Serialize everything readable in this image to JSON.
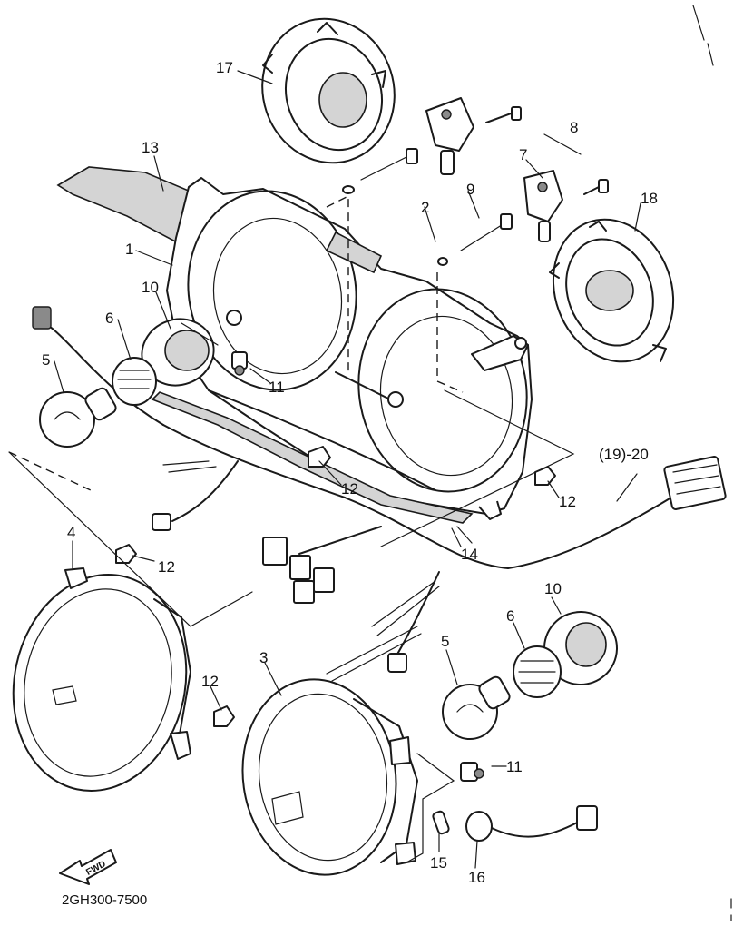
{
  "callouts": {
    "p1": "1",
    "p2": "2",
    "p3": "3",
    "p4": "4",
    "p5_left": "5",
    "p5_right": "5",
    "p6_left": "6",
    "p6_right": "6",
    "p7": "7",
    "p8": "8",
    "p9": "9",
    "p10_left": "10",
    "p10_right": "10",
    "p11_upper": "11",
    "p11_lower": "11",
    "p12_a": "12",
    "p12_b": "12",
    "p12_c": "12",
    "p12_d": "12",
    "p13": "13",
    "p14": "14",
    "p15": "15",
    "p16": "16",
    "p17": "17",
    "p18": "18",
    "p19_20": "(19)-20"
  },
  "footer": {
    "diagram_code": "2GH300-7500",
    "direction_label": "FWD"
  }
}
